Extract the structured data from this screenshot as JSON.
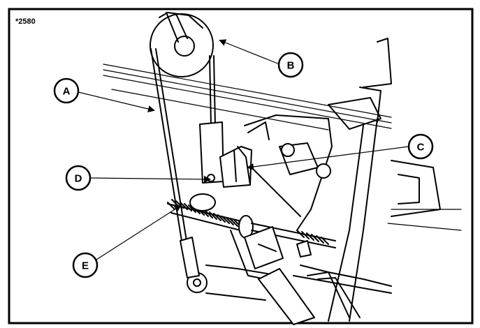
{
  "figure": {
    "id_label": "*2580",
    "callouts": [
      {
        "key": "a",
        "letter": "A"
      },
      {
        "key": "b",
        "letter": "B"
      },
      {
        "key": "c",
        "letter": "C"
      },
      {
        "key": "d",
        "letter": "D"
      },
      {
        "key": "e",
        "letter": "E"
      }
    ]
  }
}
